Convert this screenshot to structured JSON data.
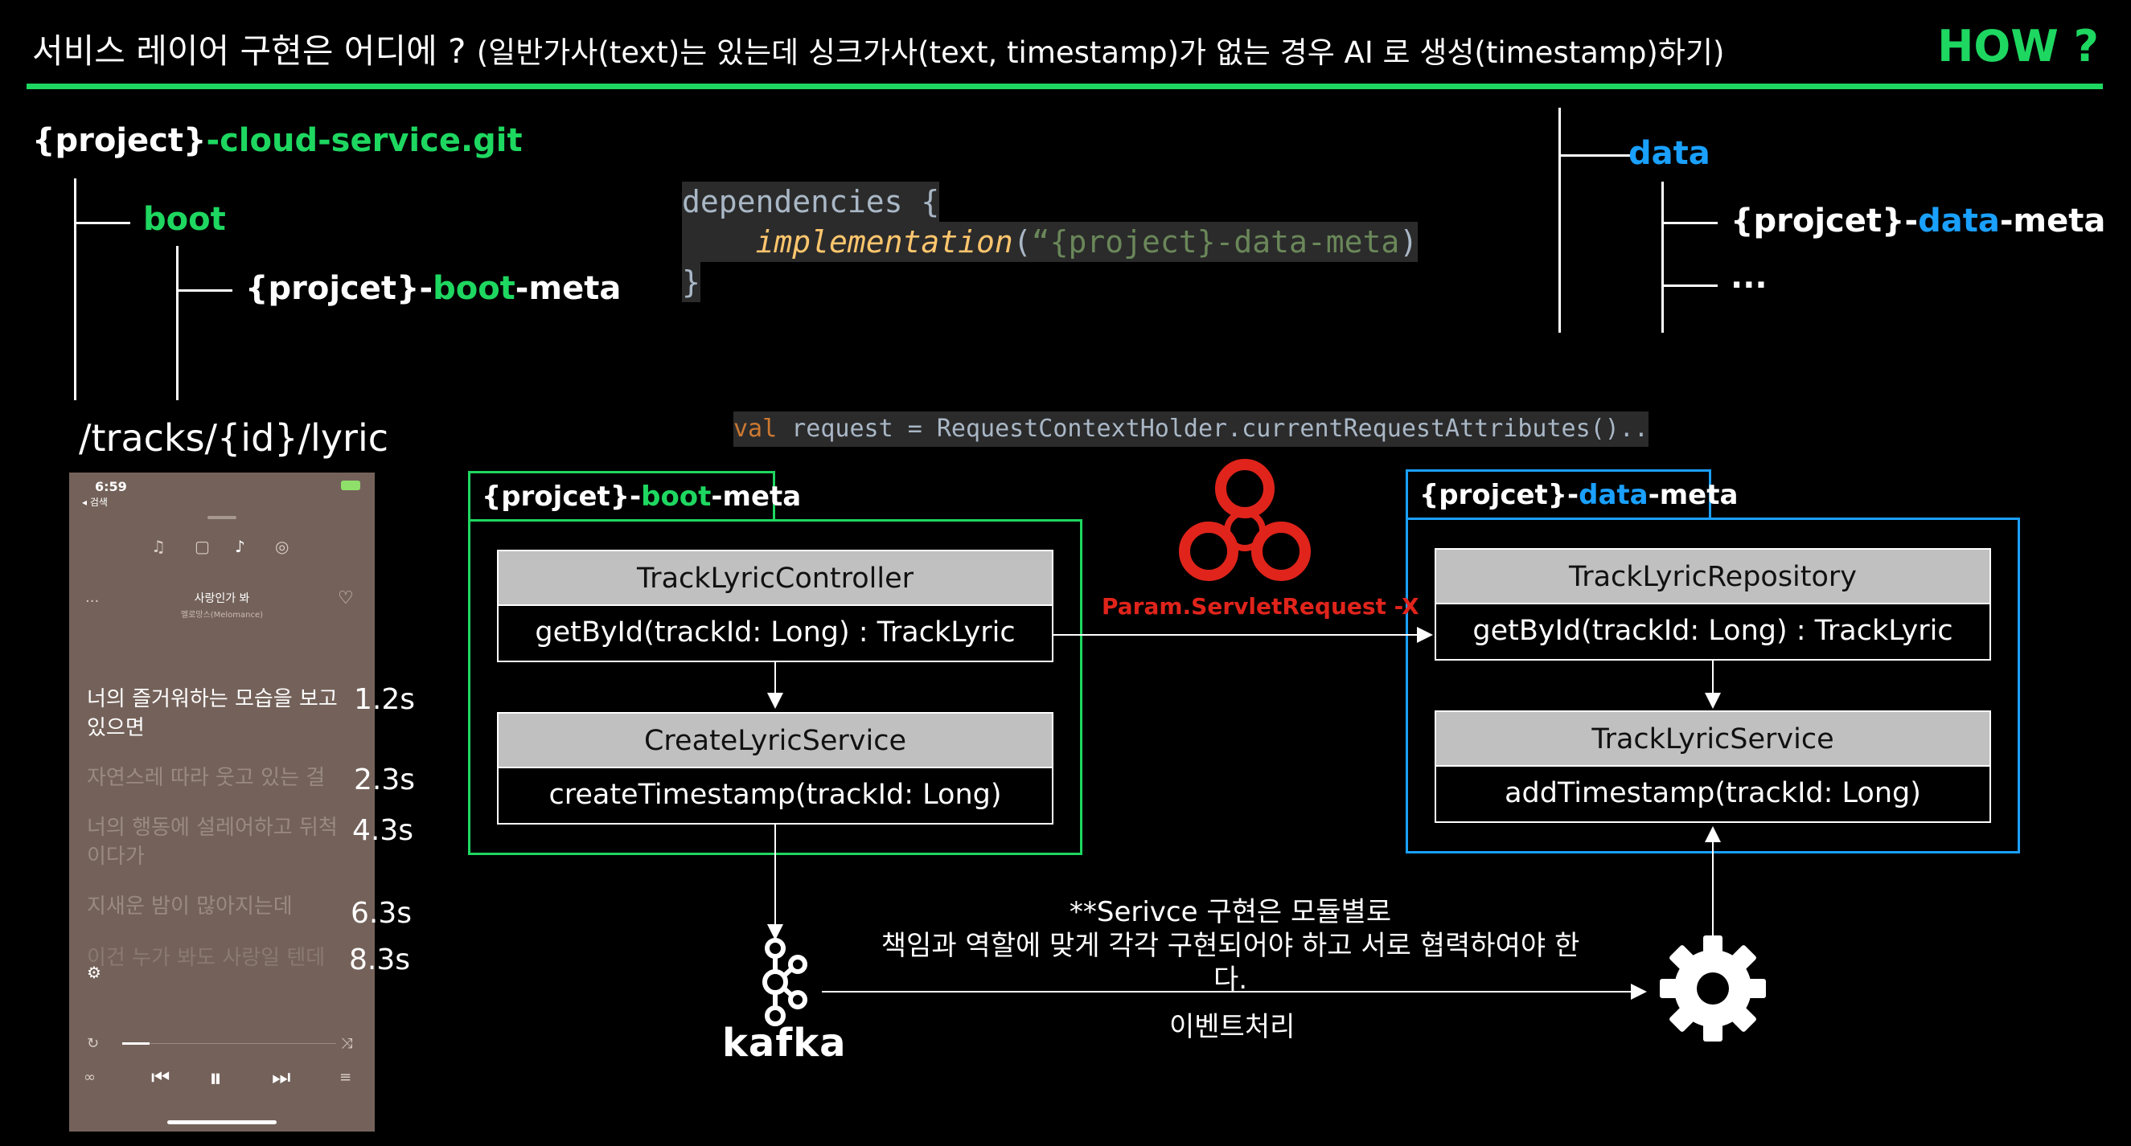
{
  "header": {
    "title_main": "서비스 레이어 구현은 어디에 ?",
    "title_sub": "(일반가사(text)는 있는데 싱크가사(text, timestamp)가 없는 경우 AI 로 생성(timestamp)하기)",
    "how": "HOW ?"
  },
  "left_tree": {
    "root_brace": "{project}",
    "root_suffix": "-cloud-service.git",
    "child": "boot",
    "leaf_prefix": "{projcet}-",
    "leaf_mid": "boot",
    "leaf_suffix": "-meta"
  },
  "right_tree": {
    "child": "data",
    "leaf_prefix": "{projcet}-",
    "leaf_mid": "data",
    "leaf_suffix": "-meta",
    "ellipsis": "..."
  },
  "code": {
    "line1": "dependencies {",
    "line2_fn": "implementation",
    "line2_paren": "(",
    "line2_str": "“{project}-data-meta",
    "line2_close": ")",
    "line3": "}",
    "request_kw": "val",
    "request_rest": " request = RequestContextHolder.currentRequestAttributes().."
  },
  "endpoint": "/tracks/{id}/lyric",
  "boot_module": {
    "tab_prefix": "{projcet}-",
    "tab_mid": "boot",
    "tab_suffix": "-meta",
    "controller_name": "TrackLyricController",
    "controller_method": "getById(trackId: Long) : TrackLyric",
    "service_name": "CreateLyricService",
    "service_method": "createTimestamp(trackId: Long)"
  },
  "data_module": {
    "tab_prefix": "{projcet}-",
    "tab_mid": "data",
    "tab_suffix": "-meta",
    "repo_name": "TrackLyricRepository",
    "repo_method": "getById(trackId: Long) : TrackLyric",
    "service_name": "TrackLyricService",
    "service_method": "addTimestamp(trackId: Long)"
  },
  "warning_label": "Param.ServletRequest -X",
  "note_line1": "**Serivce 구현은 모듈별로",
  "note_line2": "책임과 역할에 맞게 각각 구현되어야 하고 서로 협력하여야 한다.",
  "kafka_label": "kafka",
  "event_label": "이벤트처리",
  "phone": {
    "time": "6:59",
    "back": "◂ 검색",
    "song_title": "사랑인가 봐",
    "artist": "멜로망스(Melomance)",
    "lyrics": [
      {
        "text": "너의 즐거워하는 모습을 보고 있으면",
        "time": "1.2s"
      },
      {
        "text": "자연스레 따라 웃고 있는 걸",
        "time": "2.3s"
      },
      {
        "text": "너의 행동에 설레어하고 뒤척이다가",
        "time": "4.3s"
      },
      {
        "text": "지새운 밤이 많아지는데",
        "time": "6.3s"
      },
      {
        "text": "이건 누가 봐도 사랑일 텐데",
        "time": "8.3s"
      }
    ]
  },
  "colors": {
    "green": "#1ed760",
    "blue": "#1aa0ff",
    "red": "#e0241b"
  }
}
